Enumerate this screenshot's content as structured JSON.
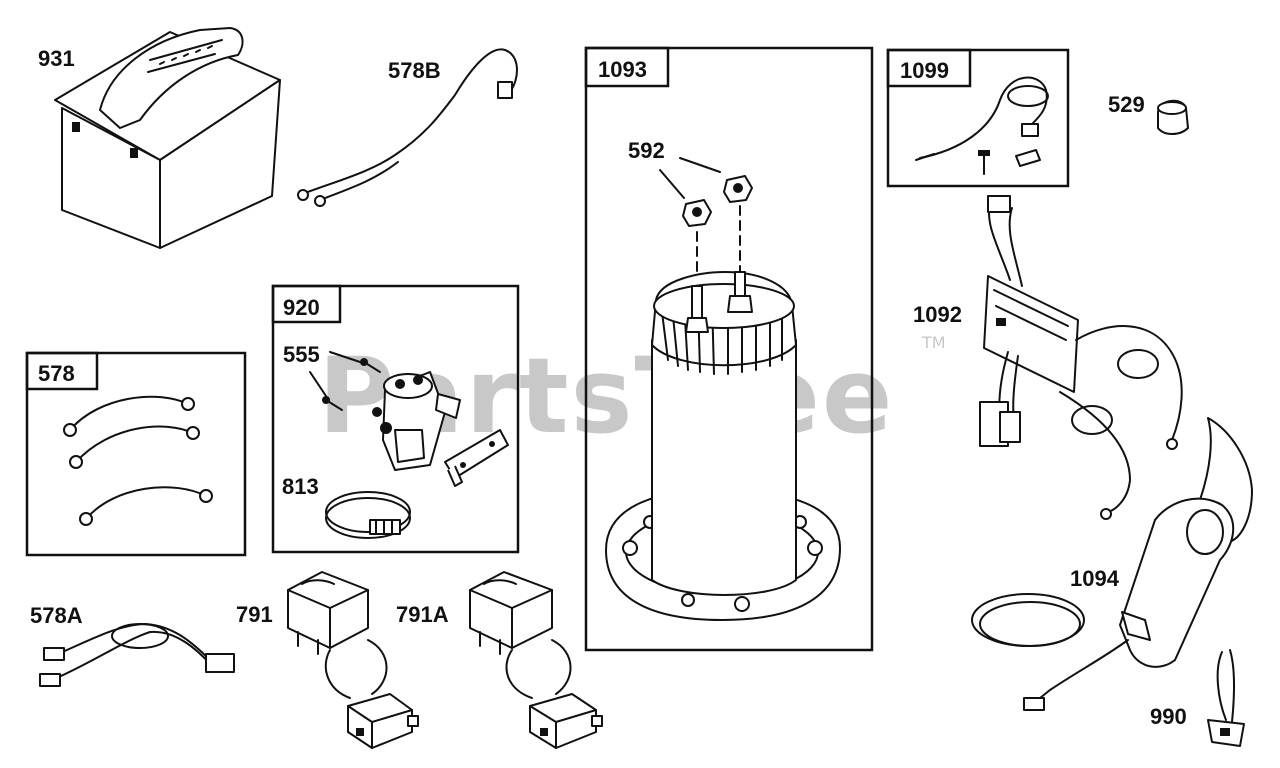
{
  "watermark": {
    "text": "PartsTree",
    "tm": "TM"
  },
  "parts": {
    "p931": "931",
    "p578B": "578B",
    "p1093": "1093",
    "p592": "592",
    "p1099": "1099",
    "p529": "529",
    "p920": "920",
    "p555": "555",
    "p813": "813",
    "p578": "578",
    "p1092": "1092",
    "p578A": "578A",
    "p791": "791",
    "p791A": "791A",
    "p1094": "1094",
    "p990": "990"
  }
}
